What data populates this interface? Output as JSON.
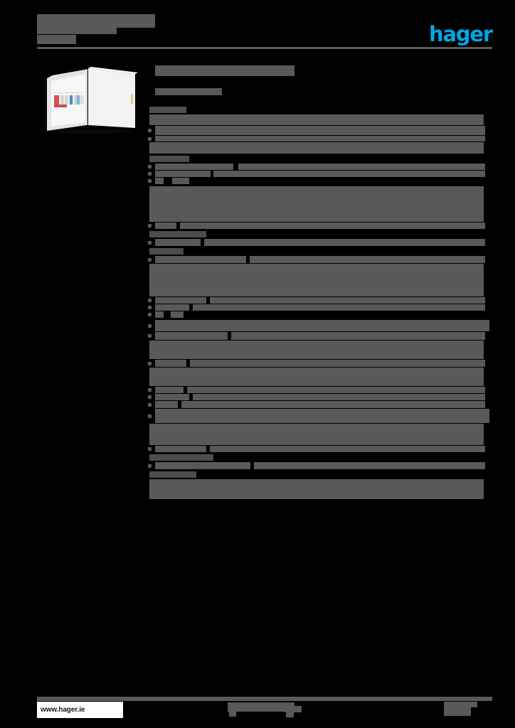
{
  "document": {
    "title_redacted": "",
    "title_line2_redacted": "",
    "subtitle_redacted": "",
    "brand_logo_text": "hager",
    "brand_color": "#00a9e6",
    "page_background": "#000000",
    "redaction_color": "#58595b"
  },
  "header": {
    "title": "",
    "title_line2": "",
    "subtitle": "",
    "logo": "hager"
  },
  "product_figure": {
    "name": "consumer-unit-photo",
    "alt": "",
    "body_color": "#e9e9e9",
    "door_color": "#f2f2f2",
    "shadow_color": "#c9c9c9"
  },
  "main": {
    "heading": "",
    "subheading": ""
  },
  "spec_table": {
    "sections": [
      {
        "heading": "",
        "heading_width": 52,
        "rows": [
          {
            "bullet": false,
            "label_w": 62,
            "gap": 0,
            "value_w": 408,
            "h": 15
          },
          {
            "bullet": true,
            "label_w": 58,
            "gap": 0,
            "value_w": 412,
            "h": 13
          },
          {
            "bullet": true,
            "label_w": 58,
            "gap": 0,
            "value_w": 412,
            "h": 8
          },
          {
            "bullet": false,
            "label_w": 470,
            "gap": 0,
            "value_w": 0,
            "h": 16
          }
        ]
      },
      {
        "heading": "",
        "heading_width": 56,
        "rows": [
          {
            "bullet": true,
            "label_w": 110,
            "gap": 7,
            "value_w": 353,
            "h": 9
          },
          {
            "bullet": true,
            "label_w": 78,
            "gap": 4,
            "value_w": 388,
            "h": 9
          },
          {
            "bullet": true,
            "label_w": 12,
            "gap": 12,
            "value_w": 24,
            "h": 9
          }
        ]
      },
      {
        "heading": "",
        "heading_width": 0,
        "rows": [
          {
            "bullet": false,
            "label_w": 470,
            "gap": 0,
            "value_w": 0,
            "h": 50
          },
          {
            "bullet": true,
            "label_w": 30,
            "gap": 5,
            "value_w": 435,
            "h": 9
          }
        ]
      },
      {
        "heading": "",
        "heading_width": 80,
        "rows": [
          {
            "bullet": true,
            "label_w": 64,
            "gap": 5,
            "value_w": 401,
            "h": 10
          }
        ]
      },
      {
        "heading": "",
        "heading_width": 48,
        "rows": [
          {
            "bullet": true,
            "label_w": 128,
            "gap": 5,
            "value_w": 337,
            "h": 10
          },
          {
            "bullet": false,
            "label_w": 470,
            "gap": 0,
            "value_w": 0,
            "h": 46
          },
          {
            "bullet": true,
            "label_w": 72,
            "gap": 5,
            "value_w": 393,
            "h": 9
          },
          {
            "bullet": true,
            "label_w": 48,
            "gap": 5,
            "value_w": 417,
            "h": 9
          },
          {
            "bullet": true,
            "label_w": 12,
            "gap": 10,
            "value_w": 18,
            "h": 9
          }
        ]
      },
      {
        "heading": "",
        "heading_width": 0,
        "rows": [
          {
            "bullet": true,
            "label_w": 470,
            "gap": 0,
            "value_w": 0,
            "h": 16
          },
          {
            "bullet": true,
            "label_w": 102,
            "gap": 5,
            "value_w": 363,
            "h": 11
          },
          {
            "bullet": false,
            "label_w": 470,
            "gap": 0,
            "value_w": 0,
            "h": 26
          },
          {
            "bullet": true,
            "label_w": 44,
            "gap": 5,
            "value_w": 421,
            "h": 10
          },
          {
            "bullet": false,
            "label_w": 470,
            "gap": 0,
            "value_w": 0,
            "h": 26
          },
          {
            "bullet": true,
            "label_w": 40,
            "gap": 5,
            "value_w": 425,
            "h": 9
          },
          {
            "bullet": true,
            "label_w": 48,
            "gap": 5,
            "value_w": 417,
            "h": 9
          },
          {
            "bullet": true,
            "label_w": 32,
            "gap": 5,
            "value_w": 433,
            "h": 10
          },
          {
            "bullet": true,
            "label_w": 470,
            "gap": 0,
            "value_w": 0,
            "h": 20
          },
          {
            "bullet": false,
            "label_w": 470,
            "gap": 0,
            "value_w": 0,
            "h": 30
          },
          {
            "bullet": true,
            "label_w": 72,
            "gap": 5,
            "value_w": 393,
            "h": 9
          }
        ]
      },
      {
        "heading": "",
        "heading_width": 90,
        "rows": [
          {
            "bullet": true,
            "label_w": 134,
            "gap": 5,
            "value_w": 331,
            "h": 10
          }
        ]
      },
      {
        "heading": "",
        "heading_width": 66,
        "rows": [
          {
            "bullet": false,
            "label_w": 470,
            "gap": 0,
            "value_w": 0,
            "h": 28
          }
        ]
      }
    ]
  },
  "footer": {
    "url": "www.hager.ie",
    "center_redacted": "",
    "right_redacted": ""
  }
}
